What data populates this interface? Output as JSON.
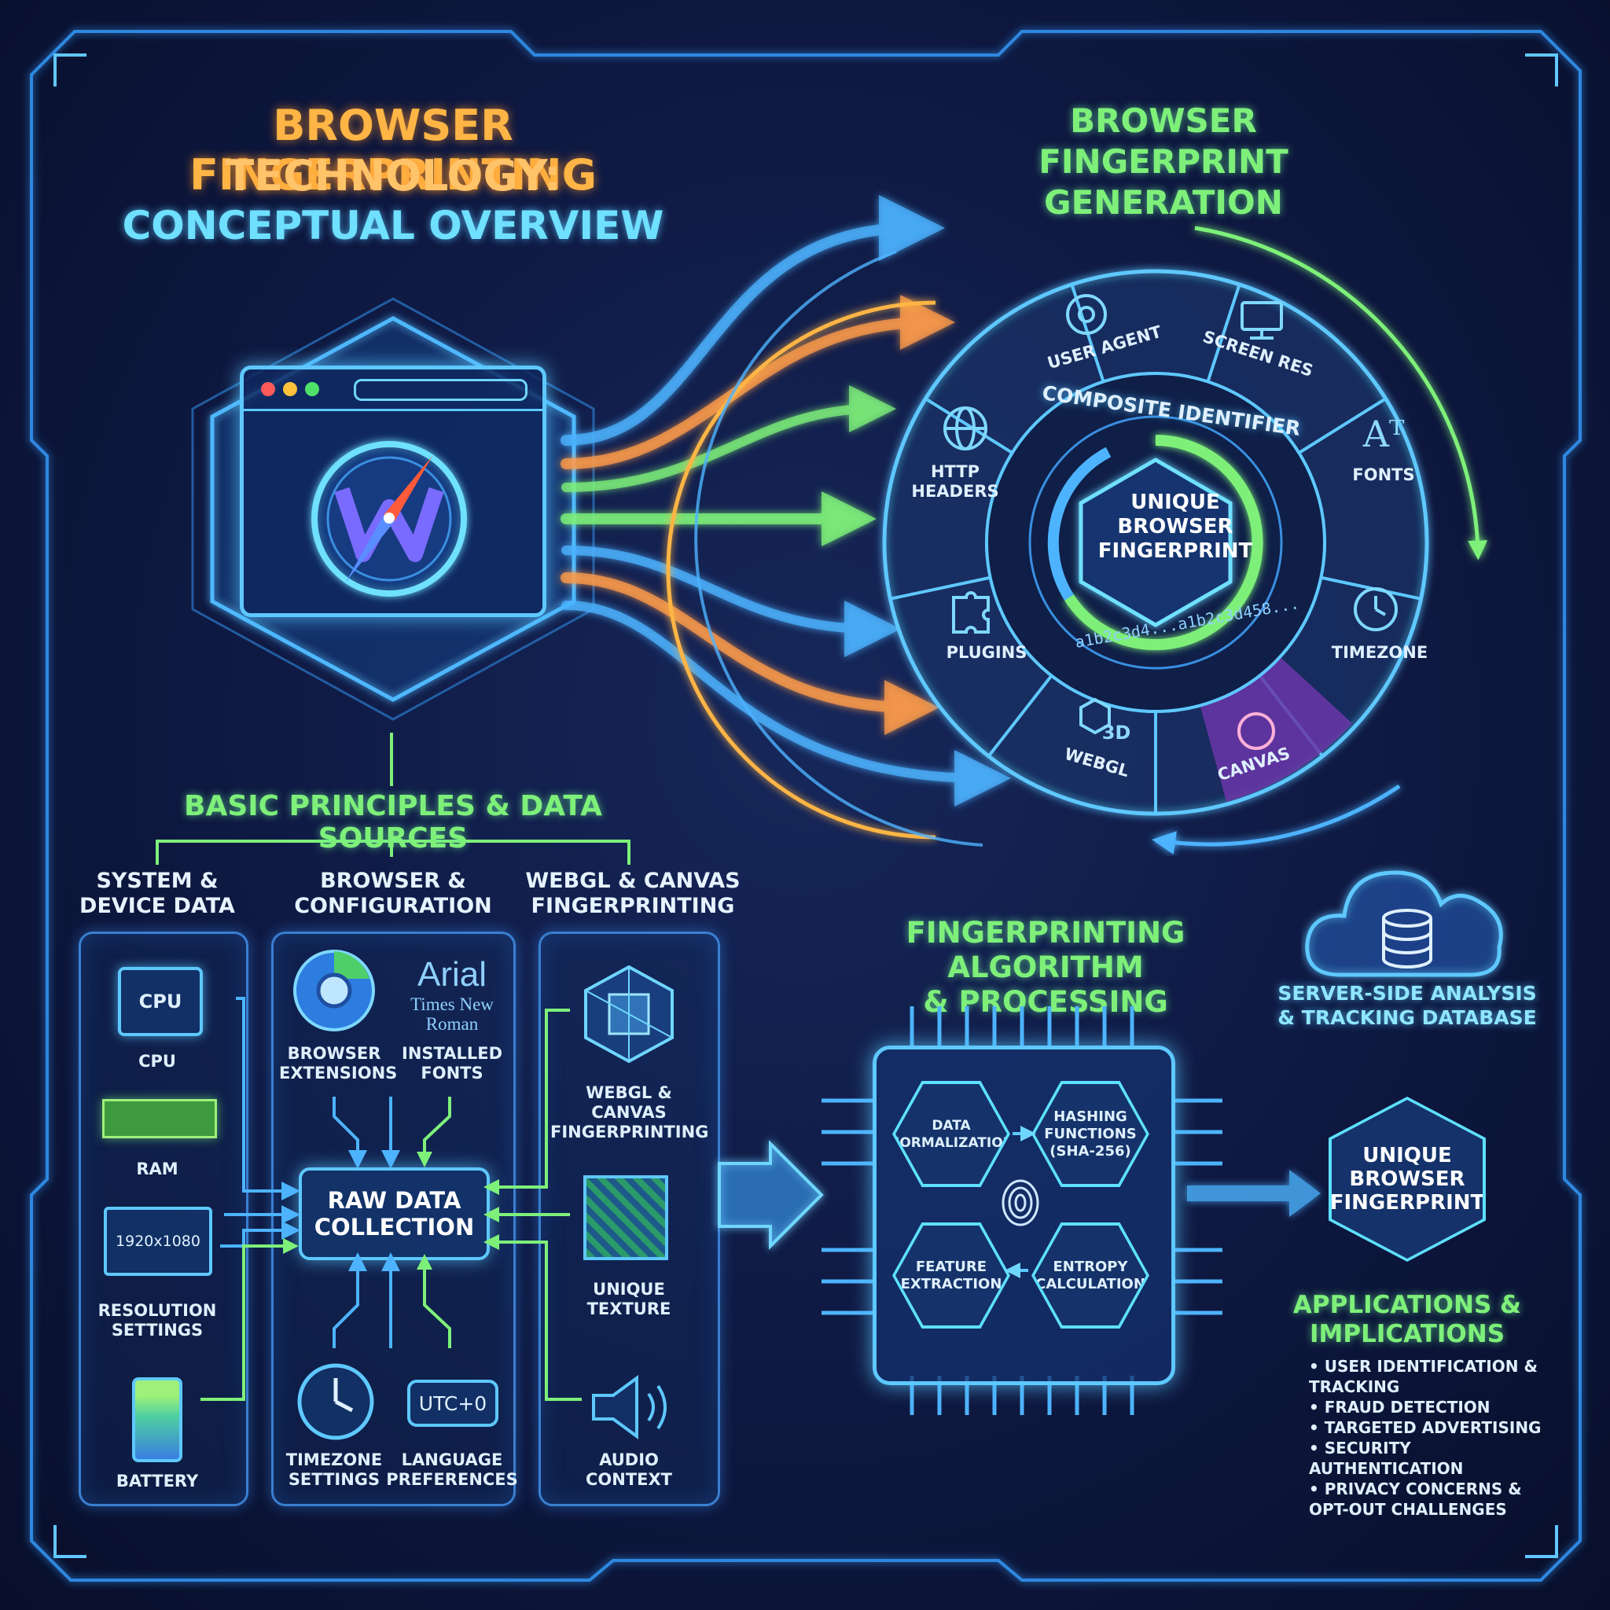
{
  "title": {
    "line1": "BROWSER FINGERPRINTING",
    "line2": "TECHNOLOGY:",
    "line3": "CONCEPTUAL OVERVIEW"
  },
  "generation": {
    "heading": "BROWSER FINGERPRINT\nGENERATION",
    "ring_title": "COMPOSITE IDENTIFIER",
    "center": "UNIQUE\nBROWSER\nFINGERPRINT",
    "hash": "a1b2c3d4...a1b2c3d458...",
    "segments": {
      "user_agent": "USER AGENT",
      "screen_res": "SCREEN RES",
      "fonts": "FONTS",
      "fonts_glyph": "Aᵀ",
      "timezone": "TIMEZONE",
      "canvas": "CANVAS",
      "webgl": "WEBGL",
      "webgl_glyph": "3D",
      "plugins": "PLUGINS",
      "http_headers": "HTTP\nHEADERS"
    }
  },
  "principles": {
    "heading": "BASIC PRINCIPLES & DATA SOURCES",
    "col_system": "SYSTEM &\nDEVICE DATA",
    "col_browser": "BROWSER &\nCONFIGURATION",
    "col_webgl": "WEBGL & CANVAS\nFINGERPRINTING",
    "cpu": "CPU",
    "cpu_chip": "CPU",
    "ram": "RAM",
    "resolution_value": "1920x1080",
    "resolution": "RESOLUTION\nSETTINGS",
    "battery": "BATTERY",
    "font_arial": "Arial",
    "font_times": "Times New\nRoman",
    "browser_extensions": "BROWSER\nEXTENSIONS",
    "installed_fonts": "INSTALLED\nFONTS",
    "raw_data": "RAW DATA\nCOLLECTION",
    "timezone_settings": "TIMEZONE\nSETTINGS",
    "utc": "UTC+0",
    "language": "LANGUAGE\nPREFERENCES",
    "webgl_canvas": "WEBGL &\nCANVAS\nFINGERPRINTING",
    "unique_texture": "UNIQUE\nTEXTURE",
    "audio_context": "AUDIO\nCONTEXT"
  },
  "algorithm": {
    "heading": "FINGERPRINTING ALGORITHM\n& PROCESSING",
    "data_normalization": "DATA\nNORMALIZATION",
    "hashing": "HASHING\nFUNCTIONS\n(SHA-256)",
    "feature_extraction": "FEATURE\nEXTRACTION",
    "entropy": "ENTROPY\nCALCULATION"
  },
  "server": {
    "label": "SERVER-SIDE ANALYSIS\n& TRACKING DATABASE",
    "fingerprint": "UNIQUE\nBROWSER\nFINGERPRINT"
  },
  "applications": {
    "heading": "APPLICATIONS &\nIMPLICATIONS",
    "items": [
      "• USER IDENTIFICATION &\n   TRACKING",
      "• FRAUD DETECTION",
      "• TARGETED ADVERTISING",
      "• SECURITY AUTHENTICATION",
      "• PRIVACY CONCERNS &\n   OPT-OUT CHALLENGES"
    ]
  },
  "colors": {
    "title_orange": "#ffb545",
    "cyan": "#5ee0ff",
    "green": "#7ef07a",
    "purple": "#7a3fb8"
  }
}
